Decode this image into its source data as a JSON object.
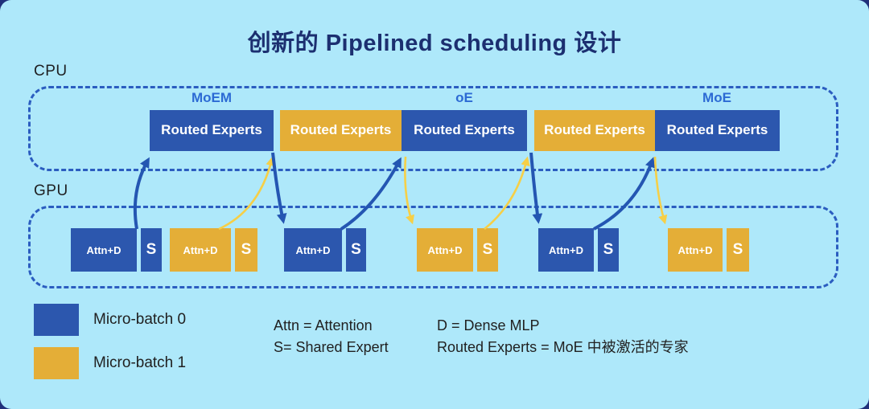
{
  "title": "创新的 Pipelined scheduling 设计",
  "cpu": {
    "label": "CPU",
    "tags": [
      "MoEM",
      "oE",
      "MoE"
    ],
    "blocks": [
      {
        "label": "Routed Experts",
        "batch": "Micro-batch 0"
      },
      {
        "label": "Routed Experts",
        "batch": "Micro-batch 1"
      },
      {
        "label": "Routed Experts",
        "batch": "Micro-batch 0"
      },
      {
        "label": "Routed Experts",
        "batch": "Micro-batch 1"
      },
      {
        "label": "Routed Experts",
        "batch": "Micro-batch 0"
      }
    ]
  },
  "gpu": {
    "label": "GPU",
    "clusters": [
      {
        "attn": "Attn+D",
        "s": "S",
        "batch": "Micro-batch 0"
      },
      {
        "attn": "Attn+D",
        "s": "S",
        "batch": "Micro-batch 1"
      },
      {
        "attn": "Attn+D",
        "s": "S",
        "batch": "Micro-batch 0"
      },
      {
        "attn": "Attn+D",
        "s": "S",
        "batch": "Micro-batch 1"
      },
      {
        "attn": "Attn+D",
        "s": "S",
        "batch": "Micro-batch 0"
      },
      {
        "attn": "Attn+D",
        "s": "S",
        "batch": "Micro-batch 1"
      }
    ]
  },
  "legend": {
    "items": [
      {
        "label": "Micro-batch 0",
        "color": "#2c57ae"
      },
      {
        "label": "Micro-batch 1",
        "color": "#e4ae37"
      }
    ]
  },
  "definitions": {
    "col1": [
      "Attn = Attention",
      "S= Shared Expert"
    ],
    "col2": [
      "D = Dense MLP",
      "Routed Experts = MoE 中被激活的专家"
    ]
  },
  "colors": {
    "page_background": "#20307a",
    "card_background": "#aee8fa",
    "micro_batch_0": "#2c57ae",
    "micro_batch_1": "#e4ae37",
    "arrow_blue": "#2456b2",
    "arrow_yellow": "#f6cf47",
    "lane_border": "#2b5dc0",
    "tag_text": "#2c6ad4",
    "title_text": "#1c2f70"
  }
}
